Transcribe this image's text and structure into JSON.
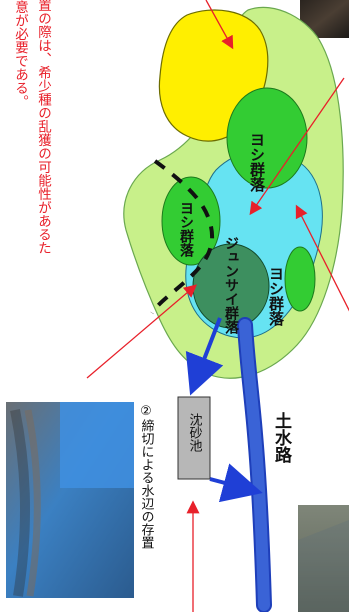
{
  "labels": {
    "yoshi_upper": "ヨシ群落",
    "yoshi_left": "ヨシ群落",
    "yoshi_right": "ヨシ群落",
    "junsai": "ジュンサイ群落",
    "dosuiro": "土水路",
    "chinsachi": "沈砂池",
    "cutoff_caption": "②締切による水辺の存置"
  },
  "note": {
    "line1": "置の際は、希少種の乱獲の可能性があるた",
    "line2": "意が必要である。"
  },
  "colors": {
    "yellow_area": "#ffef00",
    "outer_grass": "#c8f08a",
    "water": "#66e3f2",
    "yoshi": "#33cc33",
    "junsai": "#3d8f5f",
    "channel": "#3a63d6",
    "pond": "#b7b7b7",
    "arrow_red": "#e8202a",
    "note_red": "#e8202a"
  },
  "icons": {
    "photo_top": "site-photo",
    "photo_bottom_left": "cutoff-photo",
    "photo_bottom_right": "waterway-photo"
  }
}
